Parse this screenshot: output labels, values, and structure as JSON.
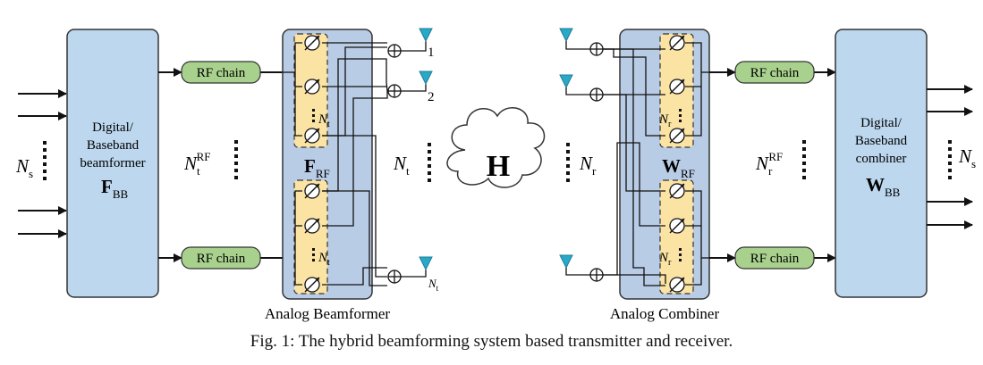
{
  "transmitter": {
    "baseband_block": {
      "line1": "Digital/",
      "line2": "Baseband",
      "line3": "beamformer",
      "symbol": "F",
      "symbol_sub": "BB"
    },
    "streams": {
      "symbol": "N",
      "sub": "s"
    },
    "rf_chain_label": "RF chain",
    "rf_count": {
      "symbol": "N",
      "sub": "t",
      "sup": "RF"
    },
    "analog_label": "Analog Beamformer",
    "analog_symbol": {
      "symbol": "F",
      "sub": "RF"
    },
    "group_count": {
      "symbol": "N",
      "sub": "t"
    },
    "antenna_labels": [
      "1",
      "2"
    ],
    "antenna_last": {
      "symbol": "N",
      "sub": "t"
    },
    "antenna_count": {
      "symbol": "N",
      "sub": "t"
    }
  },
  "channel": {
    "symbol": "H"
  },
  "receiver": {
    "antenna_count": {
      "symbol": "N",
      "sub": "r"
    },
    "analog_label": "Analog Combiner",
    "analog_symbol": {
      "symbol": "W",
      "sub": "RF"
    },
    "group_count": {
      "symbol": "N",
      "sub": "r"
    },
    "rf_chain_label": "RF chain",
    "rf_count": {
      "symbol": "N",
      "sub": "r",
      "sup": "RF"
    },
    "baseband_block": {
      "line1": "Digital/",
      "line2": "Baseband",
      "line3": "combiner",
      "symbol": "W",
      "symbol_sub": "BB"
    },
    "streams": {
      "symbol": "N",
      "sub": "s"
    }
  },
  "caption": "Fig. 1: The hybrid beamforming system based transmitter and receiver.",
  "colors": {
    "baseband_fill": "#bcd7ee",
    "analog_fill": "#b9cce6",
    "phase_fill": "#fbe3a4",
    "rf_fill": "#a9d18e",
    "antenna": "#29a8c8"
  }
}
